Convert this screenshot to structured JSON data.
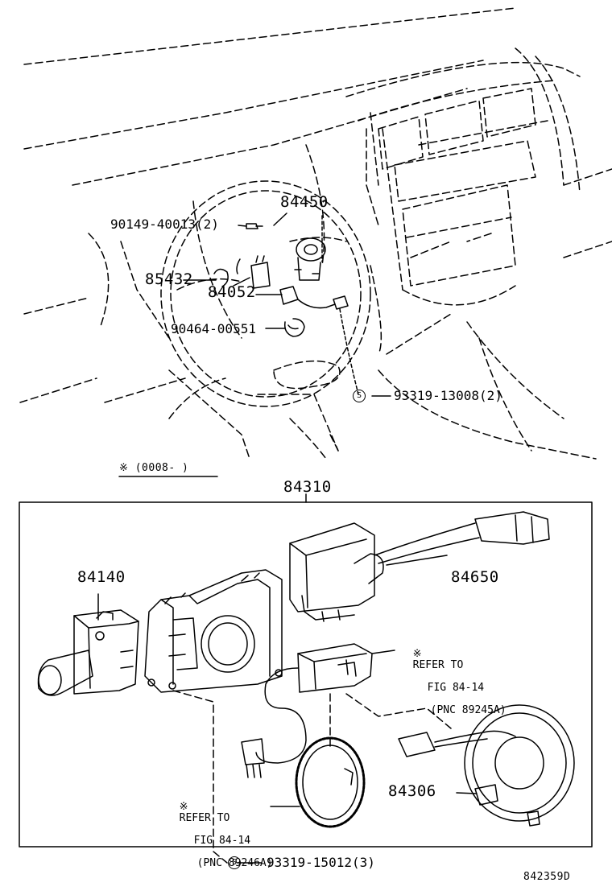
{
  "diagram_code": "842359D",
  "upper_view": {
    "parts": {
      "p84450": "84450",
      "p90149": "90149-40013(2)",
      "p85432": "85432",
      "p84052": "84052",
      "p90464": "90464-00551",
      "p93319_13008": "93319-13008(2)"
    },
    "s_mark": "S"
  },
  "lower_view": {
    "date_note": "※ (0008-     )",
    "assembly_number": "84310",
    "parts": {
      "p84140": "84140",
      "p84650": "84650",
      "p84306": "84306",
      "p93319_15012": "93319-15012(3)"
    },
    "refer_notes": [
      {
        "star": "※",
        "line1": "REFER TO",
        "line2": "FIG 84-14",
        "line3": "(PNC 89245A)"
      },
      {
        "star": "※",
        "line1": "REFER TO",
        "line2": "FIG 84-14",
        "line3": "(PNC 89246A)"
      }
    ],
    "s_mark": "S"
  }
}
